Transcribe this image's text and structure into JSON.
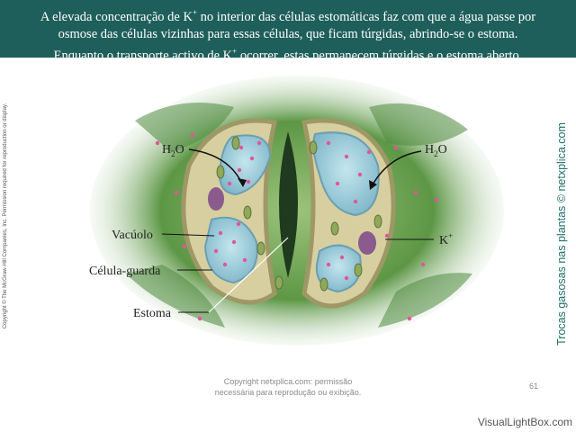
{
  "header": {
    "line1_pre": "A elevada concentração de K",
    "line1_sup": "+",
    "line1_post": " no interior das células estomáticas faz com que a água passe por",
    "line2": "osmose das células vizinhas para essas células, que ficam túrgidas, abrindo-se o estoma.",
    "line3_pre": "Enquanto o transporte activo de K",
    "line3_sup": "+",
    "line3_post": " ocorrer, estas permanecem túrgidas e o estoma aberto."
  },
  "labels": {
    "h2o_left_main": "H",
    "h2o_left_sub": "2",
    "h2o_left_end": "O",
    "h2o_right_main": "H",
    "h2o_right_sub": "2",
    "h2o_right_end": "O",
    "vacuole": "Vacúolo",
    "guard_cell": "Célula-guarda",
    "stoma": "Estoma",
    "potassium_main": "K",
    "potassium_sup": "+"
  },
  "side": {
    "copyright": "Copyright © The McGraw-Hill Companies, Inc. Permission required for reproduction or display.",
    "brand": "Trocas gasosas nas plantas © netxplica.com"
  },
  "footer": {
    "line1": "Copyright netxplica.com: permissão",
    "line2": "necessária para reprodução ou exibição.",
    "page_number": "61"
  },
  "watermark": "VisualLightBox.com",
  "colors": {
    "header_bg": "#1f5f5b",
    "leaf_green": "#3f7a35",
    "guard_cell_wall": "#b7b07a",
    "cytoplasm": "#d8cfa0",
    "vacuole": "#8fc6d6",
    "potassium_dot": "#e0569a"
  }
}
